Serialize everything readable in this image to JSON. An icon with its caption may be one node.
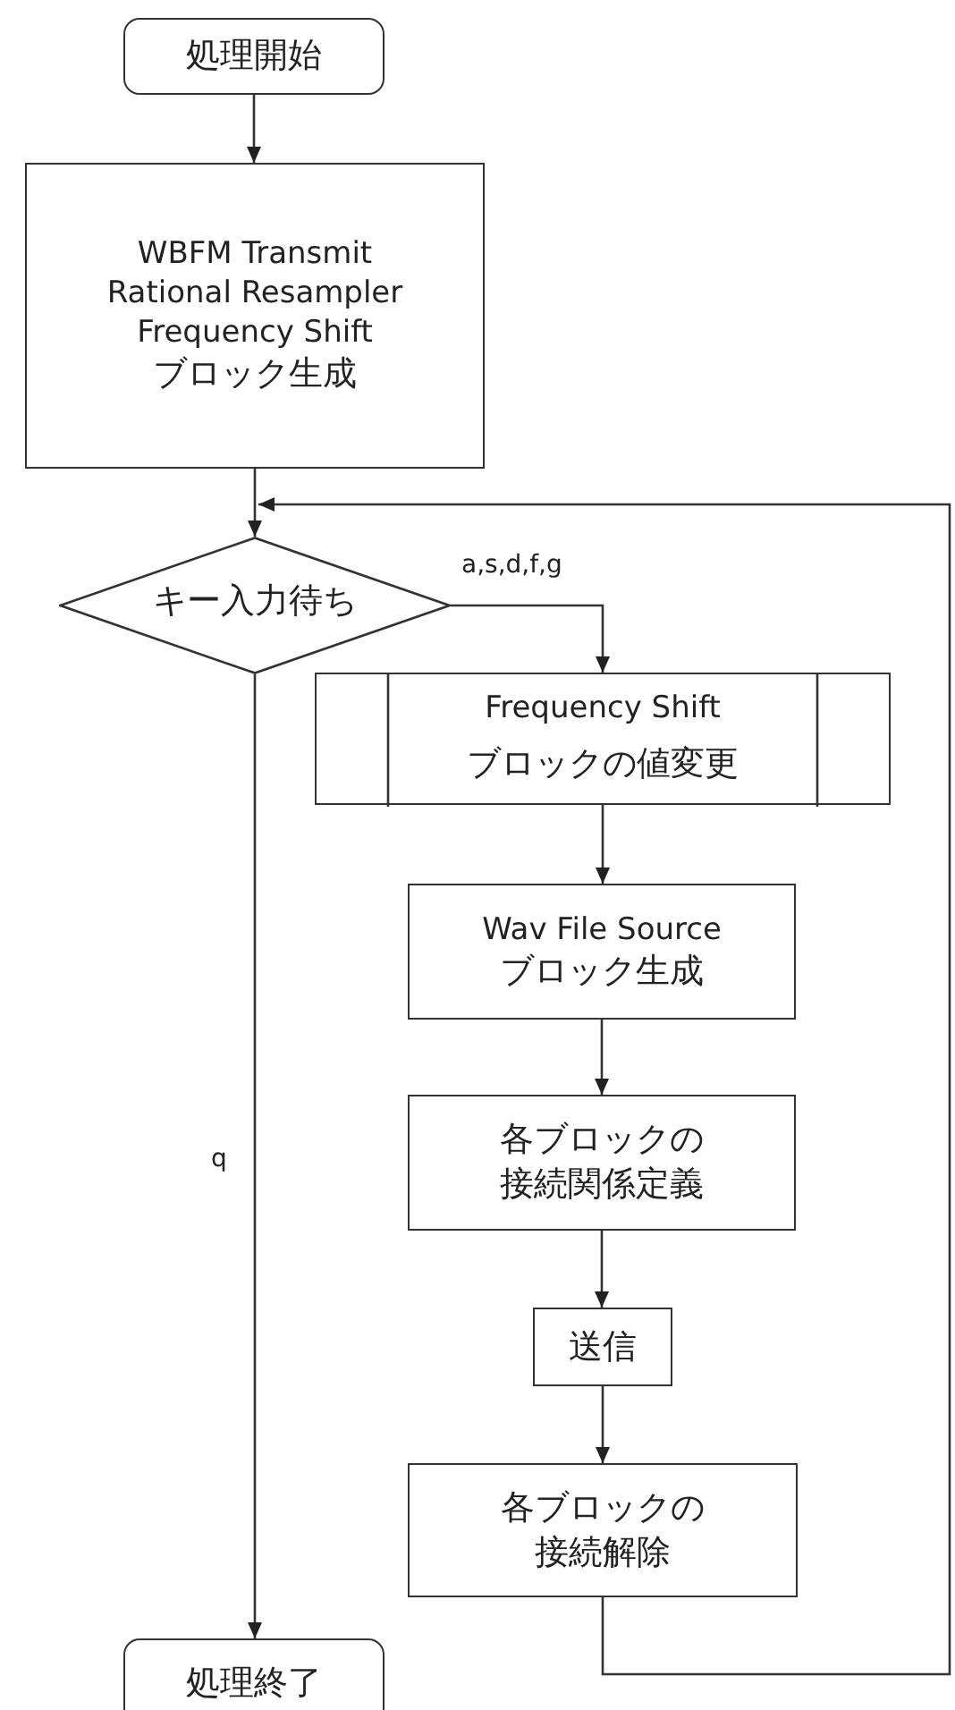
{
  "diagram": {
    "nodes": [
      {
        "text": [
          "処理開始"
        ]
      },
      {
        "text": [
          "WBFM Transmit Rational Resampler Frequency Shift",
          "ブロック生成"
        ]
      },
      {
        "text": [
          "キー入力待ち"
        ]
      },
      {
        "text": [
          "Frequency Shift",
          "ブロックの値変更"
        ]
      },
      {
        "text": [
          "Wav File Source",
          "ブロック生成"
        ]
      },
      {
        "text": [
          "各ブロックの接続関係定義"
        ]
      },
      {
        "text": [
          "送信"
        ]
      },
      {
        "text": [
          "各ブロックの接続解除"
        ]
      },
      {
        "text": [
          "処理終了"
        ]
      }
    ],
    "edges": [
      {
        "from": 0,
        "to": 1,
        "arrow": "to"
      },
      {
        "from": 1,
        "to": 2,
        "arrow": "to"
      },
      {
        "from": 2,
        "to": 3,
        "arrow": "to",
        "label": "a,s,d,f,g"
      },
      {
        "from": 3,
        "to": 4,
        "arrow": "to"
      },
      {
        "from": 4,
        "to": 5,
        "arrow": "to"
      },
      {
        "from": 5,
        "to": 6,
        "arrow": "to"
      },
      {
        "from": 6,
        "to": 7,
        "arrow": "to"
      },
      {
        "from": 7,
        "to": 2,
        "arrow": "to"
      },
      {
        "from": 2,
        "to": 8,
        "arrow": "to",
        "label": "q"
      }
    ]
  }
}
